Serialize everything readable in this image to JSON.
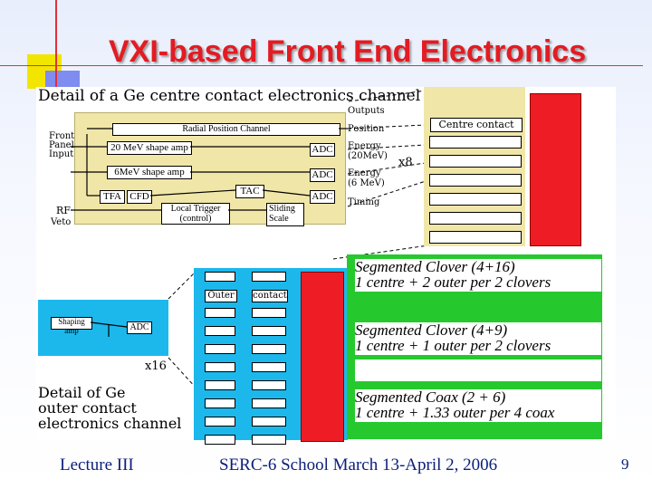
{
  "title": "VXI-based Front End Electronics",
  "diagram": {
    "heading": "Detail of a Ge centre contact electronics channel",
    "front_panel_input": [
      "Front",
      "Panel",
      "Input"
    ],
    "rf": "RF",
    "veto": "Veto",
    "radial_position_channel": "Radial Position Channel",
    "shape_amp_20": "20 MeV shape amp",
    "shape_amp_6": "6MeV shape amp",
    "tfa": "TFA",
    "cfd": "CFD",
    "tac": "TAC",
    "adc": "ADC",
    "local_trigger": [
      "Local Trigger",
      "(control)"
    ],
    "sliding_scale": [
      "Sliding",
      "Scale"
    ],
    "outputs_label": "Outputs",
    "position_label": "Position",
    "energy_20": [
      "Energy",
      "(20MeV)"
    ],
    "energy_6": [
      "Energy",
      "(6 MeV)"
    ],
    "timing_label": "Timing",
    "x8": "x8",
    "centre_contact": "Centre contact",
    "outer": "Outer",
    "contact": "contact",
    "shaping_amp": "Shaping amp",
    "x16": "x16",
    "outer_heading": [
      "Detail of Ge",
      "outer  contact",
      "electronics channel"
    ],
    "segments": [
      [
        "Segmented Clover (4+16)",
        "1 centre + 2 outer per 2 clovers"
      ],
      [
        "Segmented Clover (4+9)",
        "1 centre + 1 outer per 2 clovers"
      ],
      [
        "Segmented Coax  (2 + 6)",
        "1 centre + 1.33 outer per 4 coax"
      ]
    ]
  },
  "footer": {
    "left": "Lecture III",
    "center": "SERC-6 School March 13-April 2, 2006",
    "page": "9"
  },
  "colors": {
    "title": "#e31b23",
    "tan_panel": "#f0e6a8",
    "cyan": "#1cb8ec",
    "red": "#ee1c24",
    "green": "#25c92e"
  }
}
